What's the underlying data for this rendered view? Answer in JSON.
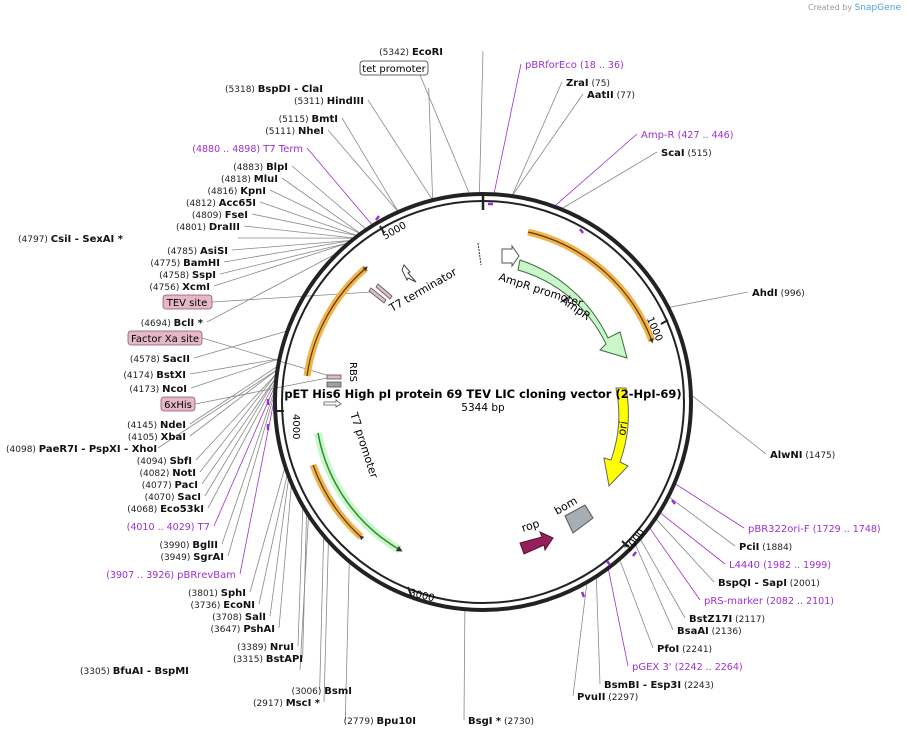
{
  "credit": {
    "prefix": "Created by",
    "brand": "SnapGene"
  },
  "plasmid": {
    "name": "pET His6 High pI protein 69 TEV LIC cloning vector (2-HpI-69)",
    "length_label": "5344 bp",
    "length": 5344,
    "ticks": [
      "1000",
      "2000",
      "3000",
      "4000",
      "5000"
    ]
  },
  "colors": {
    "backbone": "#222222",
    "enzyme_line": "#888888",
    "primer": "#9b30d0",
    "primer_line": "#9b30d0",
    "feature_pink": "#e4b8c4",
    "orange": "#f0b24b",
    "ampr_fill": "#c9f7c9",
    "ori_fill": "#ffff00",
    "rop_fill": "#93205a",
    "bom_fill": "#a7aeb3",
    "green_arrow": "#2f8b2f"
  },
  "features": [
    {
      "name": "AmpR promoter",
      "label": "AmpR promoter"
    },
    {
      "name": "AmpR",
      "label": "AmpR"
    },
    {
      "name": "ori",
      "label": "ori"
    },
    {
      "name": "bom",
      "label": "bom"
    },
    {
      "name": "rop",
      "label": "rop"
    },
    {
      "name": "T7 promoter",
      "label": "T7 promoter"
    },
    {
      "name": "RBS",
      "label": "RBS"
    },
    {
      "name": "T7 terminator",
      "label": "T7 terminator"
    },
    {
      "name": "lacI",
      "label": ""
    },
    {
      "name": "lacI promoter",
      "label": ""
    }
  ],
  "boxed_labels": [
    {
      "id": "tet",
      "text": "tet promoter"
    },
    {
      "id": "tev",
      "text": "TEV site"
    },
    {
      "id": "fxa",
      "text": "Factor Xa site"
    },
    {
      "id": "his",
      "text": "6xHis"
    }
  ],
  "left_labels": [
    {
      "pos": "(5318)",
      "name": "BspDI",
      "extra": "- ClaI"
    },
    {
      "pos": "(5311)",
      "name": "HindIII",
      "extra": ""
    },
    {
      "pos": "(5115)",
      "name": "BmtI",
      "extra": ""
    },
    {
      "pos": "(5111)",
      "name": "NheI",
      "extra": ""
    },
    {
      "pos": "(4880 .. 4898)",
      "name": "T7 Term",
      "extra": "",
      "primer": true
    },
    {
      "pos": "(4883)",
      "name": "BlpI",
      "extra": ""
    },
    {
      "pos": "(4818)",
      "name": "MluI",
      "extra": ""
    },
    {
      "pos": "(4816)",
      "name": "KpnI",
      "extra": ""
    },
    {
      "pos": "(4812)",
      "name": "Acc65I",
      "extra": ""
    },
    {
      "pos": "(4809)",
      "name": "FseI",
      "extra": ""
    },
    {
      "pos": "(4801)",
      "name": "DraIII",
      "extra": ""
    },
    {
      "pos": "(4797)",
      "name": "CsiI",
      "extra": "- SexAI *"
    },
    {
      "pos": "(4785)",
      "name": "AsiSI",
      "extra": ""
    },
    {
      "pos": "(4775)",
      "name": "BamHI",
      "extra": ""
    },
    {
      "pos": "(4758)",
      "name": "SspI",
      "extra": ""
    },
    {
      "pos": "(4756)",
      "name": "XcmI",
      "extra": ""
    },
    {
      "pos": "(4694)",
      "name": "BclI *",
      "extra": ""
    },
    {
      "pos": "(4578)",
      "name": "SacII",
      "extra": ""
    },
    {
      "pos": "(4174)",
      "name": "BstXI",
      "extra": ""
    },
    {
      "pos": "(4173)",
      "name": "NcoI",
      "extra": ""
    },
    {
      "pos": "(4145)",
      "name": "NdeI",
      "extra": ""
    },
    {
      "pos": "(4105)",
      "name": "XbaI",
      "extra": ""
    },
    {
      "pos": "(4098)",
      "name": "PaeR7I",
      "extra": "- PspXI  - XhoI"
    },
    {
      "pos": "(4094)",
      "name": "SbfI",
      "extra": ""
    },
    {
      "pos": "(4082)",
      "name": "NotI",
      "extra": ""
    },
    {
      "pos": "(4077)",
      "name": "PacI",
      "extra": ""
    },
    {
      "pos": "(4070)",
      "name": "SacI",
      "extra": ""
    },
    {
      "pos": "(4068)",
      "name": "Eco53kI",
      "extra": ""
    },
    {
      "pos": "(4010 .. 4029)",
      "name": "T7",
      "extra": "",
      "primer": true
    },
    {
      "pos": "(3990)",
      "name": "BglII",
      "extra": ""
    },
    {
      "pos": "(3949)",
      "name": "SgrAI",
      "extra": ""
    },
    {
      "pos": "(3907 .. 3926)",
      "name": "pBRrevBam",
      "extra": "",
      "primer": true
    },
    {
      "pos": "(3801)",
      "name": "SphI",
      "extra": ""
    },
    {
      "pos": "(3736)",
      "name": "EcoNI",
      "extra": ""
    },
    {
      "pos": "(3708)",
      "name": "SalI",
      "extra": ""
    },
    {
      "pos": "(3647)",
      "name": "PshAI",
      "extra": ""
    },
    {
      "pos": "(3389)",
      "name": "NruI",
      "extra": ""
    },
    {
      "pos": "(3315)",
      "name": "BstAPI",
      "extra": ""
    },
    {
      "pos": "(3305)",
      "name": "BfuAI",
      "extra": "- BspMI"
    },
    {
      "pos": "(3006)",
      "name": "BsmI",
      "extra": ""
    },
    {
      "pos": "(2917)",
      "name": "MscI *",
      "extra": ""
    },
    {
      "pos": "(2779)",
      "name": "Bpu10I",
      "extra": ""
    }
  ],
  "right_labels": [
    {
      "pos": "(5342)",
      "name": "EcoRI",
      "extra": "",
      "posfirst": true
    },
    {
      "pos": "(18 .. 36)",
      "name": "pBRforEco",
      "extra": "",
      "primer": true
    },
    {
      "pos": "(75)",
      "name": "ZraI",
      "extra": ""
    },
    {
      "pos": "(77)",
      "name": "AatII",
      "extra": ""
    },
    {
      "pos": "(427 .. 446)",
      "name": "Amp-R",
      "extra": "",
      "primer": true
    },
    {
      "pos": "(515)",
      "name": "ScaI",
      "extra": ""
    },
    {
      "pos": "(996)",
      "name": "AhdI",
      "extra": ""
    },
    {
      "pos": "(1475)",
      "name": "AlwNI",
      "extra": ""
    },
    {
      "pos": "(1729 .. 1748)",
      "name": "pBR322ori-F",
      "extra": "",
      "primer": true
    },
    {
      "pos": "(1884)",
      "name": "PciI",
      "extra": ""
    },
    {
      "pos": "(1982 .. 1999)",
      "name": "L4440",
      "extra": "",
      "primer": true
    },
    {
      "pos": "(2001)",
      "name": "BspQI",
      "extra": "- SapI"
    },
    {
      "pos": "(2082 .. 2101)",
      "name": "pRS-marker",
      "extra": "",
      "primer": true
    },
    {
      "pos": "(2117)",
      "name": "BstZ17I",
      "extra": ""
    },
    {
      "pos": "(2136)",
      "name": "BsaAI",
      "extra": ""
    },
    {
      "pos": "(2241)",
      "name": "PfoI",
      "extra": ""
    },
    {
      "pos": "(2242 .. 2264)",
      "name": "pGEX 3'",
      "extra": "",
      "primer": true
    },
    {
      "pos": "(2243)",
      "name": "BsmBI",
      "extra": "- Esp3I"
    },
    {
      "pos": "(2297)",
      "name": "PvuII",
      "extra": ""
    },
    {
      "pos": "(2730)",
      "name": "BsgI *",
      "extra": "",
      "posfirst": false
    }
  ]
}
